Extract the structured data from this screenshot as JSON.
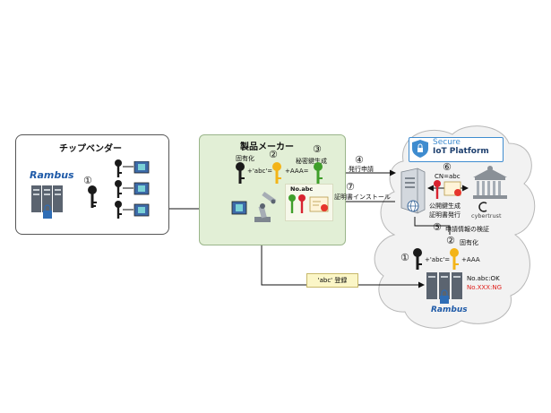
{
  "vendor": {
    "title": "チップベンダー",
    "logo": "Rambus",
    "step": "①"
  },
  "maker": {
    "title": "製品メーカー",
    "label_kotei": "固有化",
    "step2": "②",
    "step3": "③",
    "label_abc": "+'abc'=",
    "label_aaa": "+AAA=",
    "label_himitsu": "秘密鍵生成",
    "panel_title": "No.abc"
  },
  "flow": {
    "step4": "④",
    "label_apply": "発行申請",
    "step7": "⑦",
    "label_install": "証明書インストール",
    "tag_register": "'abc' 登録"
  },
  "cloud": {
    "badge_line1": "Secure",
    "badge_line2": "IoT Platform",
    "step6": "⑥",
    "cn": "CN=abc",
    "label_pubkey": "公開鍵生成",
    "label_cert": "証明書発行",
    "cybertrust": "cybertrust",
    "step5": "⑤",
    "label_verify": "申請情報の検証",
    "step2": "②",
    "label_kotei": "固有化",
    "step1": "①",
    "label_abc": "+'abc'=",
    "label_aaa": "+AAA",
    "ok": "No.abc:OK",
    "ng": "No.XXX:NG",
    "logo": "Rambus"
  },
  "colors": {
    "key_black": "#1a1a1a",
    "key_yellow": "#f3b418",
    "key_green": "#3f9f2a",
    "key_red": "#d82330",
    "accent_blue": "#2f6db5",
    "ng_red": "#e0201c"
  }
}
